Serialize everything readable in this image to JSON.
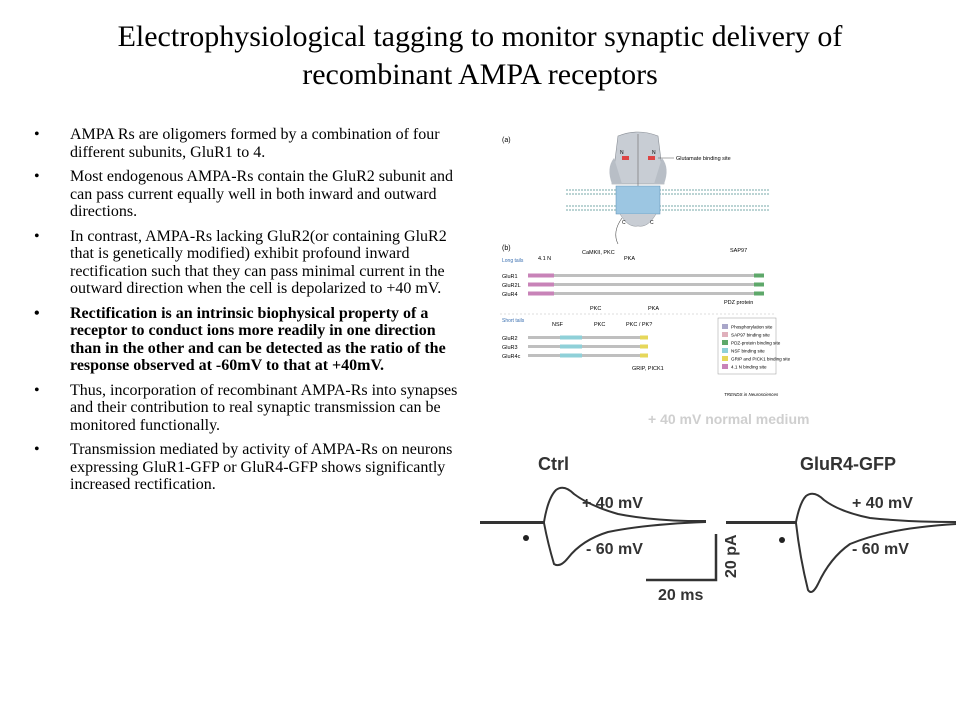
{
  "title_line1": "Electrophysiological tagging to monitor synaptic delivery of",
  "title_line2": "recombinant AMPA receptors",
  "bullets": [
    {
      "text": "AMPA Rs are oligomers formed by a combination of four different subunits, GluR1 to 4.",
      "bold": false
    },
    {
      "text": "Most endogenous AMPA-Rs contain the GluR2 subunit and can pass current equally well in both inward and outward directions.",
      "bold": false
    },
    {
      "text": "In contrast, AMPA-Rs lacking GluR2(or containing GluR2 that is genetically modified) exhibit profound inward rectification such that they can pass minimal current in the outward direction when the cell is depolarized to +40 mV.",
      "bold": false
    },
    {
      "text": "Rectification is an intrinsic biophysical property of a receptor to conduct ions more readily in one direction than in the other and can be detected as the ratio of the response observed at -60mV to that at +40mV.",
      "bold": true
    },
    {
      "text": "Thus, incorporation of recombinant AMPA-Rs into synapses and their contribution to real synaptic transmission can be monitored functionally.",
      "bold": false
    },
    {
      "text": "Transmission mediated by activity of AMPA-Rs on neurons expressing GluR1-GFP or GluR4-GFP shows significantly increased rectification.",
      "bold": false
    }
  ],
  "figure_a": {
    "panel_label": "(a)",
    "n_label": "N",
    "c_label": "C",
    "glutamate_label": "Glutamate binding site"
  },
  "figure_b": {
    "panel_label": "(b)",
    "long_tails_label": "Long tails",
    "short_tails_label": "Short tails",
    "top_site_labels": [
      "4.1 N",
      "CaMKII, PKC",
      "PKA",
      "SAP97"
    ],
    "bottom_site_labels": [
      "PKC",
      "PKA"
    ],
    "short_site_labels": [
      "NSF",
      "PKC",
      "PKC / PK?"
    ],
    "pdz_label": "PDZ protein",
    "grip_label": "GRIP, PICK1",
    "long_rows": [
      "GluR1",
      "GluR2L",
      "GluR4"
    ],
    "short_rows": [
      "GluR2",
      "GluR3",
      "GluR4c"
    ],
    "legend": [
      {
        "label": "Phosphorylation site",
        "color": "#a9a6c9"
      },
      {
        "label": "SAP97 binding site",
        "color": "#e0b0bc"
      },
      {
        "label": "PDZ-protein binding site",
        "color": "#5ea86a"
      },
      {
        "label": "NSF binding site",
        "color": "#8fd0d8"
      },
      {
        "label": "GRIP and PICK1 binding site",
        "color": "#e6d75a"
      },
      {
        "label": "4.1 N binding site",
        "color": "#c883b8"
      }
    ],
    "source": "TRENDS in Neurosciences"
  },
  "traces": {
    "top_fragment": "+ 40 mV normal medium",
    "ctrl_label": "Ctrl",
    "gfp_label": "GluR4-GFP",
    "plus_label": "+ 40 mV",
    "minus_label": "- 60 mV",
    "time_scale": "20 ms",
    "current_scale": "20 pA"
  }
}
